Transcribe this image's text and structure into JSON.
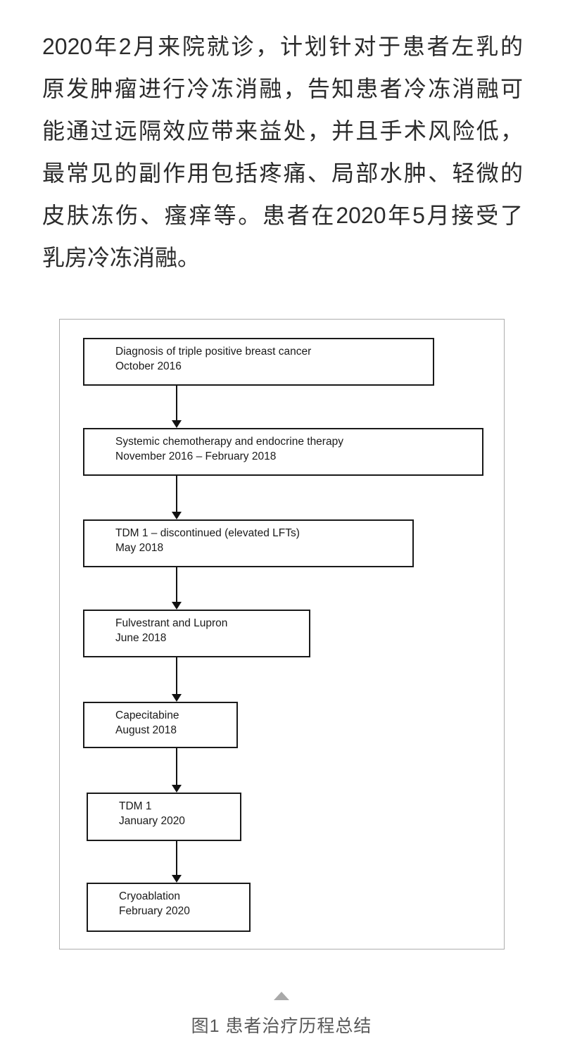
{
  "paragraph": {
    "lines": [
      "2020年2月来院就诊，计划针对于患者左乳的",
      "原发肿瘤进行冷冻消融，告知患者冷冻消融可",
      "能通过远隔效应带来益处，并且手术风险低，",
      "最常见的副作用包括疼痛、局部水肿、轻微的",
      "皮肤冻伤、瘙痒等。患者在2020年5月接受了",
      "乳房冷冻消融。"
    ]
  },
  "figure": {
    "type": "flowchart",
    "steps": [
      {
        "title": "Diagnosis of triple positive breast cancer",
        "date": "October 2016"
      },
      {
        "title": "Systemic chemotherapy and endocrine therapy",
        "date": "November 2016 – February 2018"
      },
      {
        "title": "TDM 1 – discontinued (elevated LFTs)",
        "date": "May 2018"
      },
      {
        "title": "Fulvestrant and Lupron",
        "date": "June 2018"
      },
      {
        "title": "Capecitabine",
        "date": "August 2018"
      },
      {
        "title": "TDM 1",
        "date": "January 2020"
      },
      {
        "title": "Cryoablation",
        "date": "February 2020"
      }
    ]
  },
  "caption": {
    "text": "图1 患者治疗历程总结",
    "collapse_icon": "triangle-up-icon"
  },
  "colors": {
    "body_text": "#2b2b2b",
    "box_border": "#1a1a1a",
    "frame_border": "#adadad",
    "caption_text": "#595959",
    "triangle": "#a9a9a9"
  }
}
